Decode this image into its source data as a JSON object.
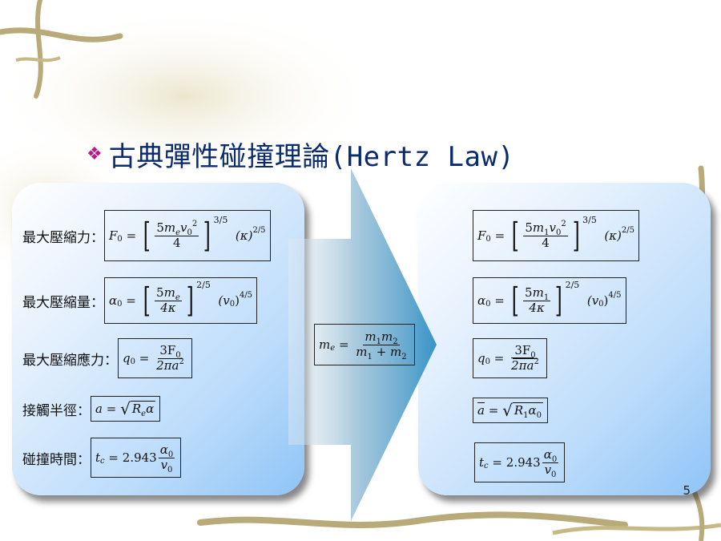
{
  "title": {
    "bullet": "❖",
    "text": "古典彈性碰撞理論(Hertz Law)"
  },
  "left_panel": {
    "rows": [
      {
        "label": "最大壓縮力："
      },
      {
        "label": "最大壓縮量："
      },
      {
        "label": "最大壓縮應力："
      },
      {
        "label": "接觸半徑："
      },
      {
        "label": "碰撞時間："
      }
    ]
  },
  "math": {
    "F0": "F",
    "zero": "0",
    "eq": "=",
    "five": "5",
    "m": "m",
    "e": "e",
    "v": "v",
    "two": "2",
    "four": "4",
    "exp35": "3/5",
    "kappa": "(κ)",
    "exp25": "2/5",
    "alpha": "α",
    "fourk": "4κ",
    "v0paren": "(v",
    "close": ")",
    "exp45": "4/5",
    "q": "q",
    "threeF": "3F",
    "twopi": "2πa",
    "a": "a",
    "R": "R",
    "t": "t",
    "c": "c",
    "coef": "2.943",
    "one": "1",
    "plus": "+"
  },
  "page_number": "5",
  "colors": {
    "title": "#0a2c6e",
    "bullet": "#c0168b",
    "panel_tint": "#8fc4f6",
    "arrow": "#4f9fc8"
  }
}
